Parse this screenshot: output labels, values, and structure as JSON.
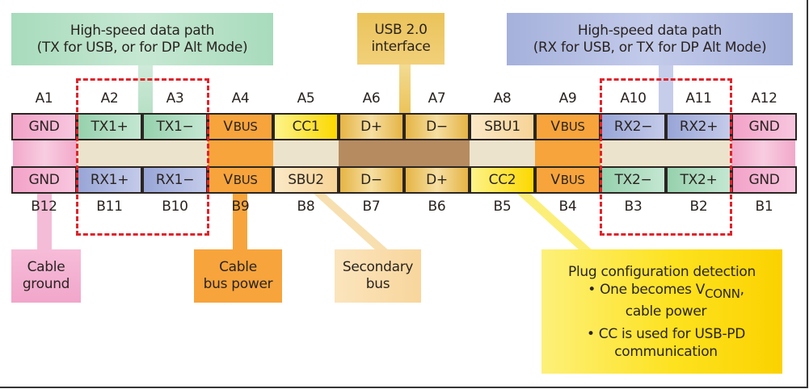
{
  "colors": {
    "gnd": "#f4a9cc",
    "tx": "#9fd6b4",
    "rx": "#a8b3dd",
    "vbus": "#f7a43c",
    "cc": "#fde433",
    "usb2": "#ecc35a",
    "sbu": "#fbe2b6",
    "dashed_box": "#e0232b",
    "band_light": "#ece3cc",
    "band_usb2": "#b68b60"
  },
  "callouts": {
    "tx_path": {
      "line1": "High-speed data path",
      "line2": "(TX for USB, or for DP Alt Mode)"
    },
    "usb2": {
      "line1": "USB 2.0",
      "line2": "interface"
    },
    "rx_path": {
      "line1": "High-speed data path",
      "line2": "(RX for USB, or TX for DP Alt Mode)"
    },
    "cable_ground": {
      "line1": "Cable",
      "line2": "ground"
    },
    "cable_bus_power": {
      "line1": "Cable",
      "line2": "bus power"
    },
    "secondary_bus": {
      "line1": "Secondary",
      "line2": "bus"
    },
    "plug_config": {
      "title": "Plug configuration detection",
      "bullet1_prefix": "• One becomes V",
      "bullet1_sub": "CONN",
      "bullet1_suffix": ",",
      "bullet1_line2": "cable power",
      "bullet2_line1": "• CC is used for USB-PD",
      "bullet2_line2": "communication"
    }
  },
  "row_a": {
    "labels": [
      "A1",
      "A2",
      "A3",
      "A4",
      "A5",
      "A6",
      "A7",
      "A8",
      "A9",
      "A10",
      "A11",
      "A12"
    ],
    "pins": [
      {
        "name": "GND",
        "sub": "",
        "group": "gnd"
      },
      {
        "name": "TX1+",
        "sub": "",
        "group": "tx"
      },
      {
        "name": "TX1−",
        "sub": "",
        "group": "tx"
      },
      {
        "name": "V",
        "sub": "BUS",
        "group": "vbus"
      },
      {
        "name": "CC1",
        "sub": "",
        "group": "cc"
      },
      {
        "name": "D+",
        "sub": "",
        "group": "usb2"
      },
      {
        "name": "D−",
        "sub": "",
        "group": "usb2"
      },
      {
        "name": "SBU1",
        "sub": "",
        "group": "sbu"
      },
      {
        "name": "V",
        "sub": "BUS",
        "group": "vbus"
      },
      {
        "name": "RX2−",
        "sub": "",
        "group": "rx"
      },
      {
        "name": "RX2+",
        "sub": "",
        "group": "rx"
      },
      {
        "name": "GND",
        "sub": "",
        "group": "gnd"
      }
    ]
  },
  "row_b": {
    "labels": [
      "B12",
      "B11",
      "B10",
      "B9",
      "B8",
      "B7",
      "B6",
      "B5",
      "B4",
      "B3",
      "B2",
      "B1"
    ],
    "pins": [
      {
        "name": "GND",
        "sub": "",
        "group": "gnd"
      },
      {
        "name": "RX1+",
        "sub": "",
        "group": "rx"
      },
      {
        "name": "RX1−",
        "sub": "",
        "group": "rx"
      },
      {
        "name": "V",
        "sub": "BUS",
        "group": "vbus"
      },
      {
        "name": "SBU2",
        "sub": "",
        "group": "sbu"
      },
      {
        "name": "D−",
        "sub": "",
        "group": "usb2"
      },
      {
        "name": "D+",
        "sub": "",
        "group": "usb2"
      },
      {
        "name": "CC2",
        "sub": "",
        "group": "cc"
      },
      {
        "name": "V",
        "sub": "BUS",
        "group": "vbus"
      },
      {
        "name": "TX2−",
        "sub": "",
        "group": "tx"
      },
      {
        "name": "TX2+",
        "sub": "",
        "group": "tx"
      },
      {
        "name": "GND",
        "sub": "",
        "group": "gnd"
      }
    ]
  }
}
